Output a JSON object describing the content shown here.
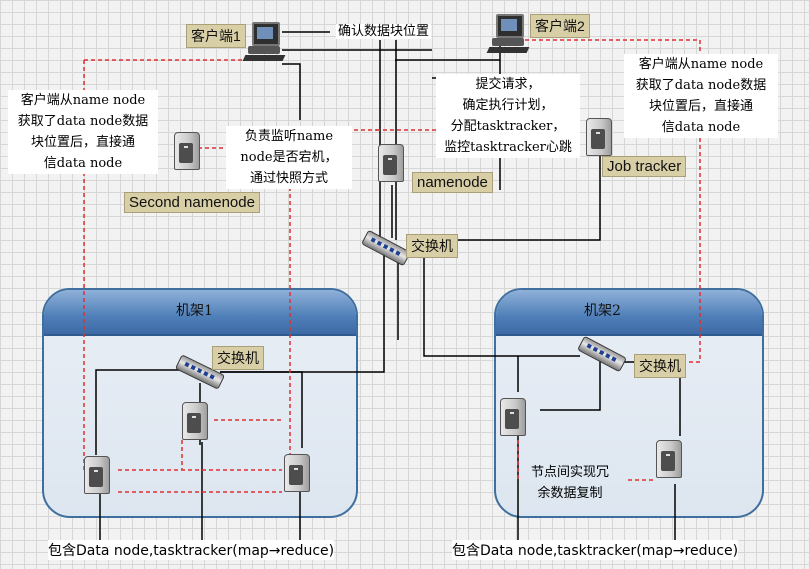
{
  "labels": {
    "confirm_block": "确认数据块位置",
    "client1": "客户端1",
    "client2": "客户端2",
    "namenode": "namenode",
    "second_namenode": "Second namenode",
    "job_tracker": "Job tracker",
    "core_switch": "交换机",
    "rack1_title": "机架1",
    "rack2_title": "机架2",
    "rack1_switch": "交换机",
    "rack2_switch": "交换机",
    "rack1_footer": "包含Data node,tasktracker(map→reduce)",
    "rack2_footer": "包含Data node,tasktracker(map→reduce)"
  },
  "notes": {
    "left_client": [
      "客户端从name node",
      "获取了data node数据",
      "块位置后，直接通",
      "信data node"
    ],
    "right_client": [
      "客户端从name node",
      "获取了data node数据",
      "块位置后，直接通",
      "信data node"
    ],
    "secondary": [
      "负责监听name",
      "node是否宕机，",
      "通过快照方式"
    ],
    "submit": [
      "提交请求，",
      "确定执行计划，",
      "分配tasktracker，",
      "监控tasktracker心跳"
    ],
    "replication": [
      "节点间实现冗",
      "余数据复制"
    ]
  },
  "icons": {
    "client": "desktop-pc-icon",
    "server": "server-tower-icon",
    "switch": "network-switch-icon"
  },
  "colors": {
    "wire": "#000000",
    "dashed": "#e03030",
    "tag_bg": "#d8cfa7",
    "rack_border": "#3f6f9f"
  }
}
